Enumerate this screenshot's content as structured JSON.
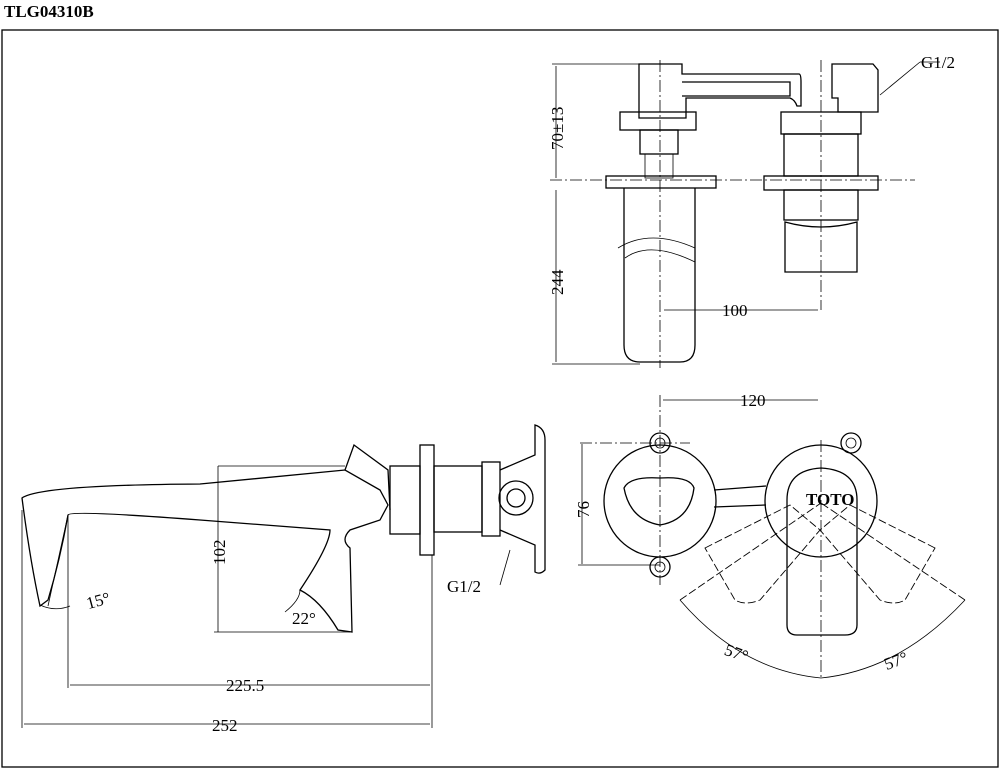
{
  "title": "TLG04310B",
  "dimensions": {
    "top_height": "70±13",
    "top_length": "244",
    "top_spacing": "100",
    "top_thread": "G1/2",
    "front_spacing": "120",
    "front_height": "76",
    "angle_left": "57°",
    "angle_right": "57°",
    "side_height": "102",
    "side_angle_spout": "15°",
    "side_angle_lever": "22°",
    "side_thread": "G1/2",
    "side_projection": "225.5",
    "side_total": "252"
  },
  "logo_text": "TOTO"
}
